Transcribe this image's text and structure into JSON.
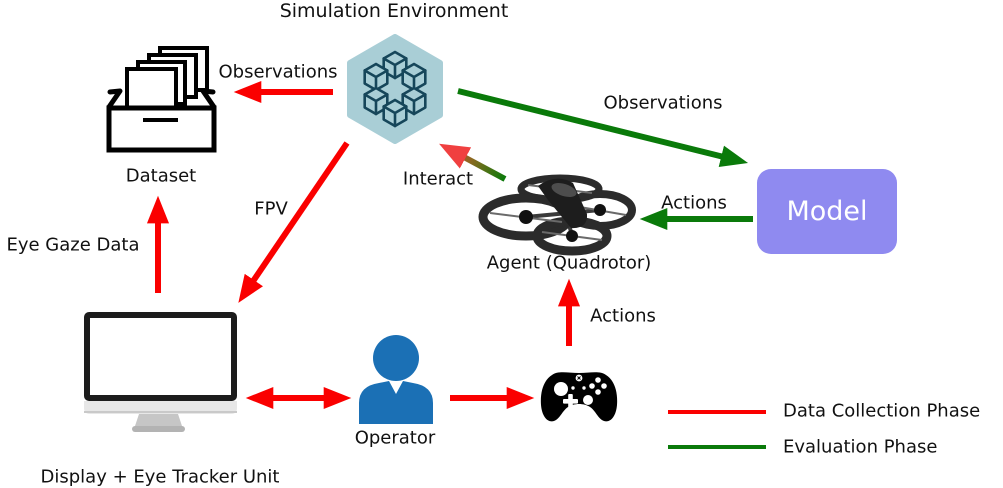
{
  "labels": {
    "title": "Simulation Environment",
    "observations_left": "Observations",
    "observations_right": "Observations",
    "dataset": "Dataset",
    "eye_gaze": "Eye Gaze Data",
    "fpv": "FPV",
    "interact": "Interact",
    "agent": "Agent (Quadrotor)",
    "actions_model": "Actions",
    "actions_gamepad": "Actions",
    "operator": "Operator",
    "display_unit": "Display + Eye Tracker Unit",
    "model": "Model"
  },
  "legend": {
    "items": [
      {
        "label": "Data Collection Phase",
        "color": "#fa0000"
      },
      {
        "label": "Evaluation Phase",
        "color": "#0a7a0a"
      }
    ]
  },
  "colors": {
    "data_collection_red": "#fa0000",
    "evaluation_green": "#0a7a0a",
    "model_fill": "#8f8af0",
    "sim_hex_fill": "#a9ced6",
    "sim_hex_stroke": "#16465a",
    "operator_blue": "#1b70b5"
  }
}
